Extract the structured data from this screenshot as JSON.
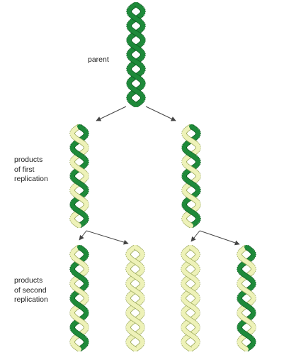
{
  "labels": {
    "parent": "parent",
    "first_generation": "products\nof first\nreplication",
    "second_generation": "products\nof second\nreplication"
  },
  "colors": {
    "parental_strand": "#1e8a3a",
    "parental_strand_edge": "#0f5c22",
    "new_strand": "#eef2b8",
    "new_strand_edge": "#9aa85a",
    "arrow": "#444444"
  }
}
